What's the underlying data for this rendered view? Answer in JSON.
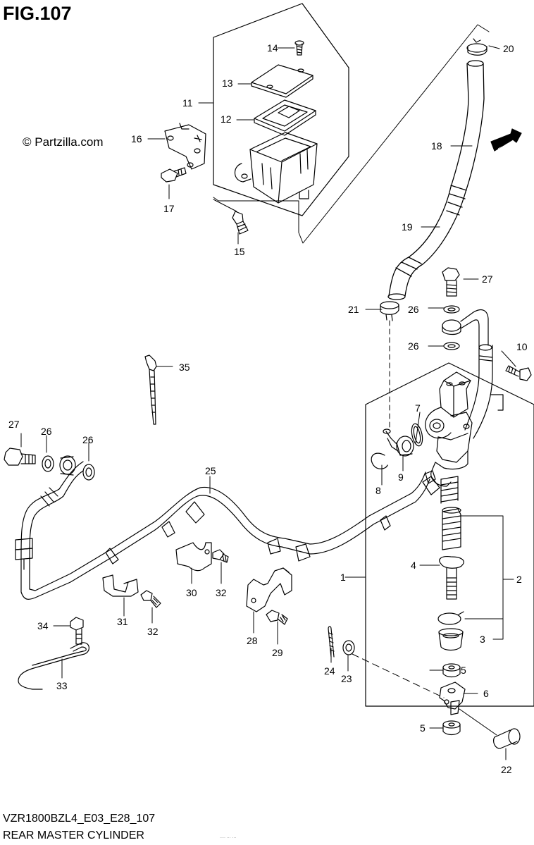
{
  "figure_title": "FIG.107",
  "watermark": "© Partzilla.com",
  "model_code": "VZR1800BZL4_E03_E28_107",
  "section_name": "REAR MASTER CYLINDER",
  "tiny_text": "···· ··· ···",
  "direction_badge": "FWD",
  "callouts": [
    "1",
    "2",
    "3",
    "4",
    "5",
    "5",
    "6",
    "7",
    "8",
    "9",
    "10",
    "11",
    "12",
    "13",
    "14",
    "15",
    "16",
    "17",
    "18",
    "19",
    "20",
    "21",
    "22",
    "23",
    "24",
    "25",
    "26",
    "26",
    "26",
    "26",
    "27",
    "27",
    "28",
    "29",
    "30",
    "31",
    "32",
    "32",
    "33",
    "34",
    "35"
  ]
}
